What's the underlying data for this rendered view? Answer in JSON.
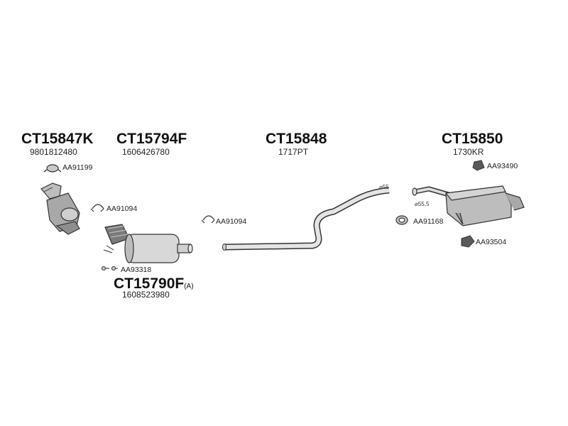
{
  "groups": [
    {
      "code": "CT15847K",
      "oem": "9801812480"
    },
    {
      "code": "CT15794F",
      "oem": "1606426780"
    },
    {
      "code": "CT15848",
      "oem": "1717PT"
    },
    {
      "code": "CT15850",
      "oem": "1730KR"
    },
    {
      "code": "CT15790F",
      "suffix": "(A)",
      "oem": "1608523980"
    }
  ],
  "parts": {
    "clamp_1": "AA91199",
    "clamp_2": "AA91094",
    "clamp_3": "AA91094",
    "bolts": "AA93318",
    "clamp_4": "AA91168",
    "hanger_1": "AA93490",
    "hanger_2": "AA93504"
  },
  "dimensions": {
    "pipe_diameter_1": "⌀55",
    "pipe_diameter_2": "⌀55,5"
  }
}
